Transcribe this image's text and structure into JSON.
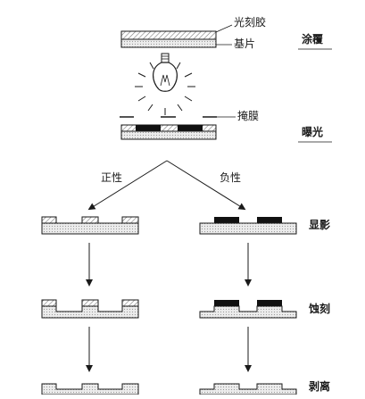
{
  "labels": {
    "photoresist": "光刻胶",
    "substrate": "基片",
    "mask": "掩膜",
    "positive": "正性",
    "negative": "负性"
  },
  "steps": {
    "coating": "涂覆",
    "exposure": "曝光",
    "development": "显影",
    "etching": "蚀刻",
    "stripping": "剥离"
  },
  "colors": {
    "ink": "#1a1a1a",
    "substrate_fill": "#e4e4e4",
    "resist_hatch": "#9a9a9a",
    "resist_negative": "#111111",
    "background": "#ffffff"
  },
  "icons": {
    "light_source": "lightbulb-icon"
  }
}
